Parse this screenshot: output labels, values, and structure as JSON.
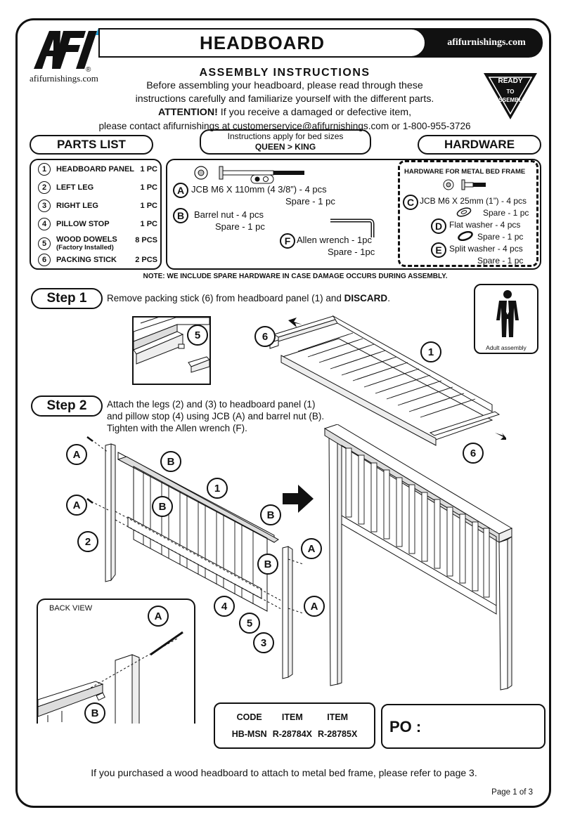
{
  "header": {
    "logo_text": "AFi",
    "logo_registered": "®",
    "logo_site": "afifurnishings.com",
    "title": "HEADBOARD",
    "site": "afifurnishings.com",
    "badge_top": "READY",
    "badge_mid": "TO",
    "badge_bottom": "ASSEMBLE"
  },
  "intro": {
    "heading": "ASSEMBLY INSTRUCTIONS",
    "line1": "Before assembling your headboard, please read through these",
    "line2": "instructions carefully and familiarize yourself with the different parts.",
    "attention_label": "ATTENTION!",
    "line3": " If you receive a damaged or defective item,",
    "line4": "please contact afifurnishings at customerservice@afifurnishings.com or 1-800-955-3726"
  },
  "parts_list": {
    "title": "PARTS LIST",
    "items": [
      {
        "num": "1",
        "name": "HEADBOARD PANEL",
        "qty": "1 PC"
      },
      {
        "num": "2",
        "name": "LEFT LEG",
        "qty": "1 PC"
      },
      {
        "num": "3",
        "name": "RIGHT LEG",
        "qty": "1 PC"
      },
      {
        "num": "4",
        "name": "PILLOW STOP",
        "qty": "1 PC"
      },
      {
        "num": "5",
        "name": "WOOD DOWELS",
        "qty": "8 PCS",
        "sub": "(Factory Installed)"
      },
      {
        "num": "6",
        "name": "PACKING STICK",
        "qty": "2 PCS"
      }
    ]
  },
  "sizes": {
    "line1": "Instructions apply for bed sizes",
    "line2": "QUEEN > KING"
  },
  "hardware": {
    "title": "HARDWARE",
    "a_letter": "A",
    "a_text": "JCB M6 X 110mm (4 3/8”) - 4 pcs",
    "a_spare": "Spare - 1 pc",
    "b_letter": "B",
    "b_text": "Barrel nut - 4 pcs",
    "b_spare": "Spare - 1 pc",
    "f_letter": "F",
    "f_text": "Allen wrench - 1pc",
    "f_spare": "Spare - 1pc",
    "metal_title": "HARDWARE FOR METAL BED FRAME",
    "c_letter": "C",
    "c_text": "JCB M6 X 25mm (1”) - 4 pcs",
    "c_spare": "Spare - 1 pc",
    "d_letter": "D",
    "d_text": "Flat washer - 4 pcs",
    "d_spare": "Spare - 1 pc",
    "e_letter": "E",
    "e_text": "Split washer - 4 pcs",
    "e_spare": "Spare - 1 pc",
    "note": "NOTE: WE INCLUDE SPARE HARDWARE IN CASE DAMAGE OCCURS DURING ASSEMBLY."
  },
  "step1": {
    "label": "Step 1",
    "text_a": "Remove packing stick (6) from headboard panel (1) and ",
    "text_b": "DISCARD",
    "text_c": ".",
    "callouts": [
      "5",
      "6",
      "1",
      "6"
    ],
    "adult": "Adult assembly"
  },
  "step2": {
    "label": "Step 2",
    "line1": "Attach the legs (2) and (3) to headboard panel (1)",
    "line2": "and pillow stop (4) using JCB (A) and barrel nut (B).",
    "line3": "Tighten with the Allen wrench (F).",
    "back_view": "BACK VIEW",
    "callouts": {
      "a": "A",
      "b": "B",
      "n1": "1",
      "n2": "2",
      "n3": "3",
      "n4": "4",
      "n5": "5"
    }
  },
  "codes": {
    "h1": "CODE",
    "h2": "ITEM",
    "h3": "ITEM",
    "v1": "HB-MSN",
    "v2": "R-28784X",
    "v3": "R-28785X"
  },
  "po": "PO :",
  "footer": {
    "note": "If you purchased a wood headboard to attach to metal bed frame, please refer to page 3.",
    "page": "Page 1 of 3"
  }
}
